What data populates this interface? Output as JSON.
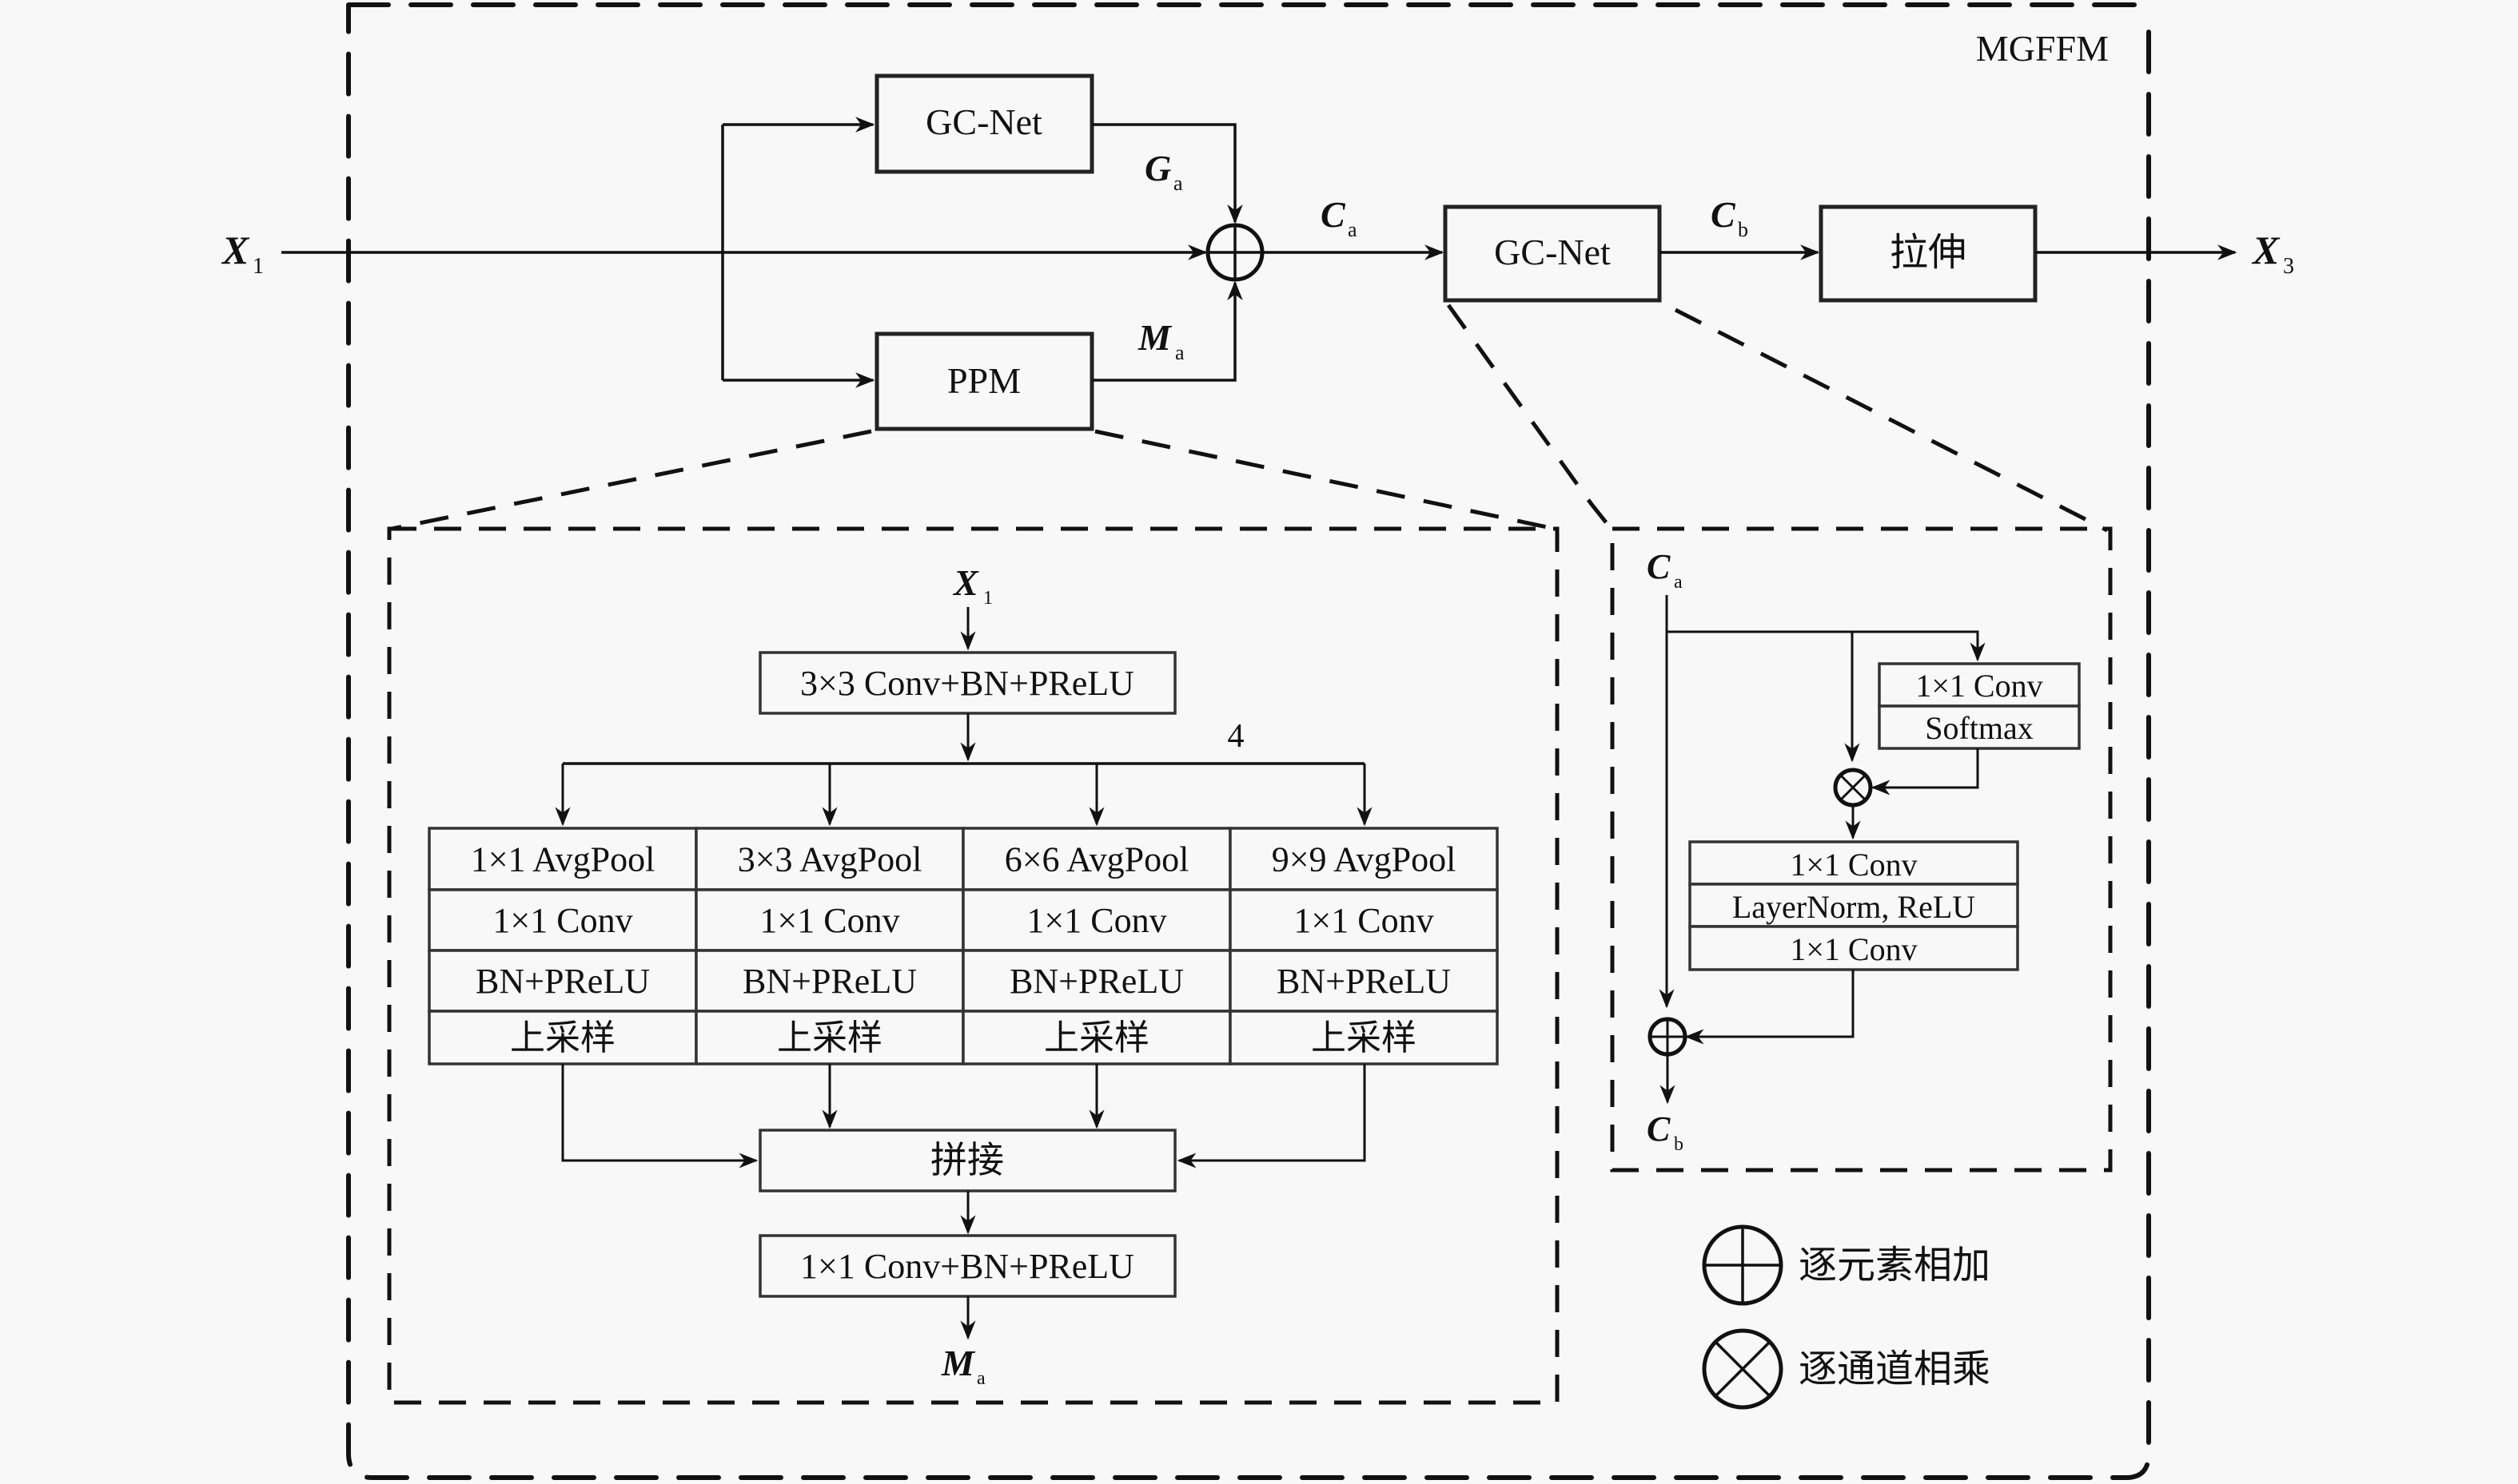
{
  "module_label": "MGFFM",
  "main_flow": {
    "input": {
      "main": "X",
      "sub": "1"
    },
    "output": {
      "main": "X",
      "sub": "3"
    },
    "gcnet_top_label": "GC-Net",
    "ppm_label": "PPM",
    "gcnet_mid_label": "GC-Net",
    "stretch_label": "拉伸",
    "ga": {
      "main": "G",
      "sub": "a"
    },
    "ma": {
      "main": "M",
      "sub": "a"
    },
    "ca": {
      "main": "C",
      "sub": "a"
    },
    "cb": {
      "main": "C",
      "sub": "b"
    }
  },
  "ppm_detail": {
    "input": {
      "main": "X",
      "sub": "1"
    },
    "first_block": "3×3 Conv+BN+PReLU",
    "branch_count": "4",
    "branches": [
      {
        "pool": "1×1 AvgPool",
        "conv": "1×1 Conv",
        "act": "BN+PReLU",
        "up": "上采样"
      },
      {
        "pool": "3×3 AvgPool",
        "conv": "1×1 Conv",
        "act": "BN+PReLU",
        "up": "上采样"
      },
      {
        "pool": "6×6 AvgPool",
        "conv": "1×1 Conv",
        "act": "BN+PReLU",
        "up": "上采样"
      },
      {
        "pool": "9×9 AvgPool",
        "conv": "1×1 Conv",
        "act": "BN+PReLU",
        "up": "上采样"
      }
    ],
    "concat_label": "拼接",
    "final_block": "1×1 Conv+BN+PReLU",
    "output": {
      "main": "M",
      "sub": "a"
    }
  },
  "gcnet_detail": {
    "input": {
      "main": "C",
      "sub": "a"
    },
    "context_block": [
      "1×1 Conv",
      "Softmax"
    ],
    "transform_block": [
      "1×1 Conv",
      "LayerNorm, ReLU",
      "1×1 Conv"
    ],
    "output": {
      "main": "C",
      "sub": "b"
    }
  },
  "legend": [
    {
      "symbol": "oplus",
      "label": "逐元素相加"
    },
    {
      "symbol": "otimes",
      "label": "逐通道相乘"
    }
  ]
}
